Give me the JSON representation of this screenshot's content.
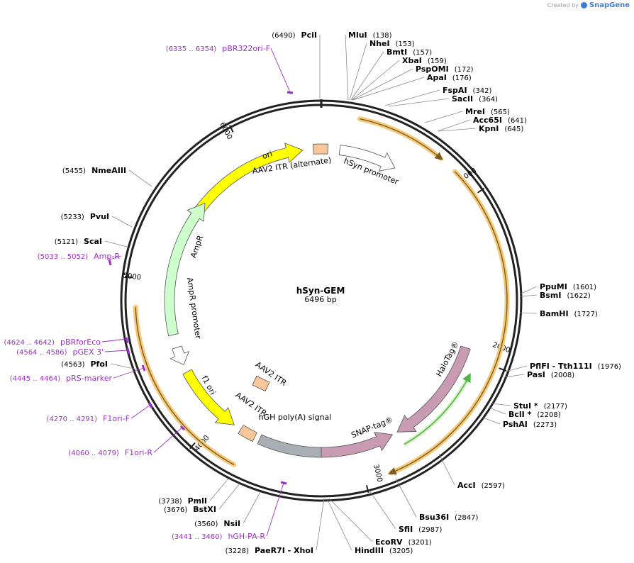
{
  "credit": {
    "prefix": "Created by",
    "brand": "SnapGene"
  },
  "map": {
    "name": "hSyn-GEM",
    "length_label": "6496 bp",
    "ticks": [
      "1000",
      "2000",
      "3000",
      "4000",
      "5000",
      "6000"
    ]
  },
  "features": [
    {
      "id": "hsyn",
      "label": "hSyn promoter"
    },
    {
      "id": "halotag",
      "label": "HaloTag®"
    },
    {
      "id": "snaptag",
      "label": "SNAP-tag®"
    },
    {
      "id": "hgh",
      "label": "hGH poly(A) signal"
    },
    {
      "id": "itr_a",
      "label": "AAV2 ITR"
    },
    {
      "id": "itr_b",
      "label": "AAV2 ITR"
    },
    {
      "id": "f1ori",
      "label": "f1 ori"
    },
    {
      "id": "amppromoter",
      "label": "AmpR promoter"
    },
    {
      "id": "ampr",
      "label": "AmpR"
    },
    {
      "id": "ori",
      "label": "ori"
    },
    {
      "id": "itr_alt",
      "label": "AAV2 ITR (alternate)"
    }
  ],
  "sites": [
    {
      "name": "PciI",
      "pos": "(6490)"
    },
    {
      "name": "MluI",
      "pos": "(138)"
    },
    {
      "name": "NheI",
      "pos": "(153)"
    },
    {
      "name": "BmtI",
      "pos": "(157)"
    },
    {
      "name": "XbaI",
      "pos": "(159)"
    },
    {
      "name": "PspOMI",
      "pos": "(172)"
    },
    {
      "name": "ApaI",
      "pos": "(176)"
    },
    {
      "name": "FspAI",
      "pos": "(342)"
    },
    {
      "name": "SacII",
      "pos": "(364)"
    },
    {
      "name": "MreI",
      "pos": "(565)"
    },
    {
      "name": "Acc65I",
      "pos": "(641)"
    },
    {
      "name": "KpnI",
      "pos": "(645)"
    },
    {
      "name": "PpuMI",
      "pos": "(1601)"
    },
    {
      "name": "BsmI",
      "pos": "(1622)"
    },
    {
      "name": "BamHI",
      "pos": "(1727)"
    },
    {
      "name": "PflFI - Tth111I",
      "pos": "(1976)"
    },
    {
      "name": "PasI",
      "pos": "(2008)"
    },
    {
      "name": "StuI *",
      "pos": "(2177)"
    },
    {
      "name": "BclI *",
      "pos": "(2208)"
    },
    {
      "name": "PshAI",
      "pos": "(2273)"
    },
    {
      "name": "AccI",
      "pos": "(2597)"
    },
    {
      "name": "Bsu36I",
      "pos": "(2847)"
    },
    {
      "name": "SfiI",
      "pos": "(2987)"
    },
    {
      "name": "EcoRV",
      "pos": "(3201)"
    },
    {
      "name": "HindIII",
      "pos": "(3205)"
    },
    {
      "name": "PaeR7I - XhoI",
      "pos": "(3228)"
    },
    {
      "name": "NsiI",
      "pos": "(3560)"
    },
    {
      "name": "BstXI",
      "pos": "(3676)"
    },
    {
      "name": "PmlI",
      "pos": "(3738)"
    },
    {
      "name": "PfoI",
      "pos": "(4563)"
    },
    {
      "name": "ScaI",
      "pos": "(5121)"
    },
    {
      "name": "PvuI",
      "pos": "(5233)"
    },
    {
      "name": "NmeAIII",
      "pos": "(5455)"
    }
  ],
  "primers": [
    {
      "name": "pBR322ori-F",
      "pos": "(6335 .. 6354)"
    },
    {
      "name": "Amp-R",
      "pos": "(5033 .. 5052)"
    },
    {
      "name": "pBRforEco",
      "pos": "(4624 .. 4642)"
    },
    {
      "name": "pGEX 3'",
      "pos": "(4564 .. 4586)"
    },
    {
      "name": "pRS-marker",
      "pos": "(4445 .. 4464)"
    },
    {
      "name": "F1ori-F",
      "pos": "(4270 .. 4291)"
    },
    {
      "name": "F1ori-R",
      "pos": "(4060 .. 4079)"
    },
    {
      "name": "hGH-PA-R",
      "pos": "(3441 .. 3460)"
    }
  ],
  "colors": {
    "backbone": "#222222",
    "ori": "#ffff00",
    "itr": "#f7c699",
    "ampr": "#ccffcc",
    "halotag": "#c99bb3",
    "snaptag": "#c99bb3",
    "hgh": "#a9aeb5",
    "orf_highlight": "#f5c97a",
    "orf_line": "#7a5a1e",
    "green_orf": "#52b547",
    "primer": "#9b30c7",
    "site_line": "#888888"
  }
}
